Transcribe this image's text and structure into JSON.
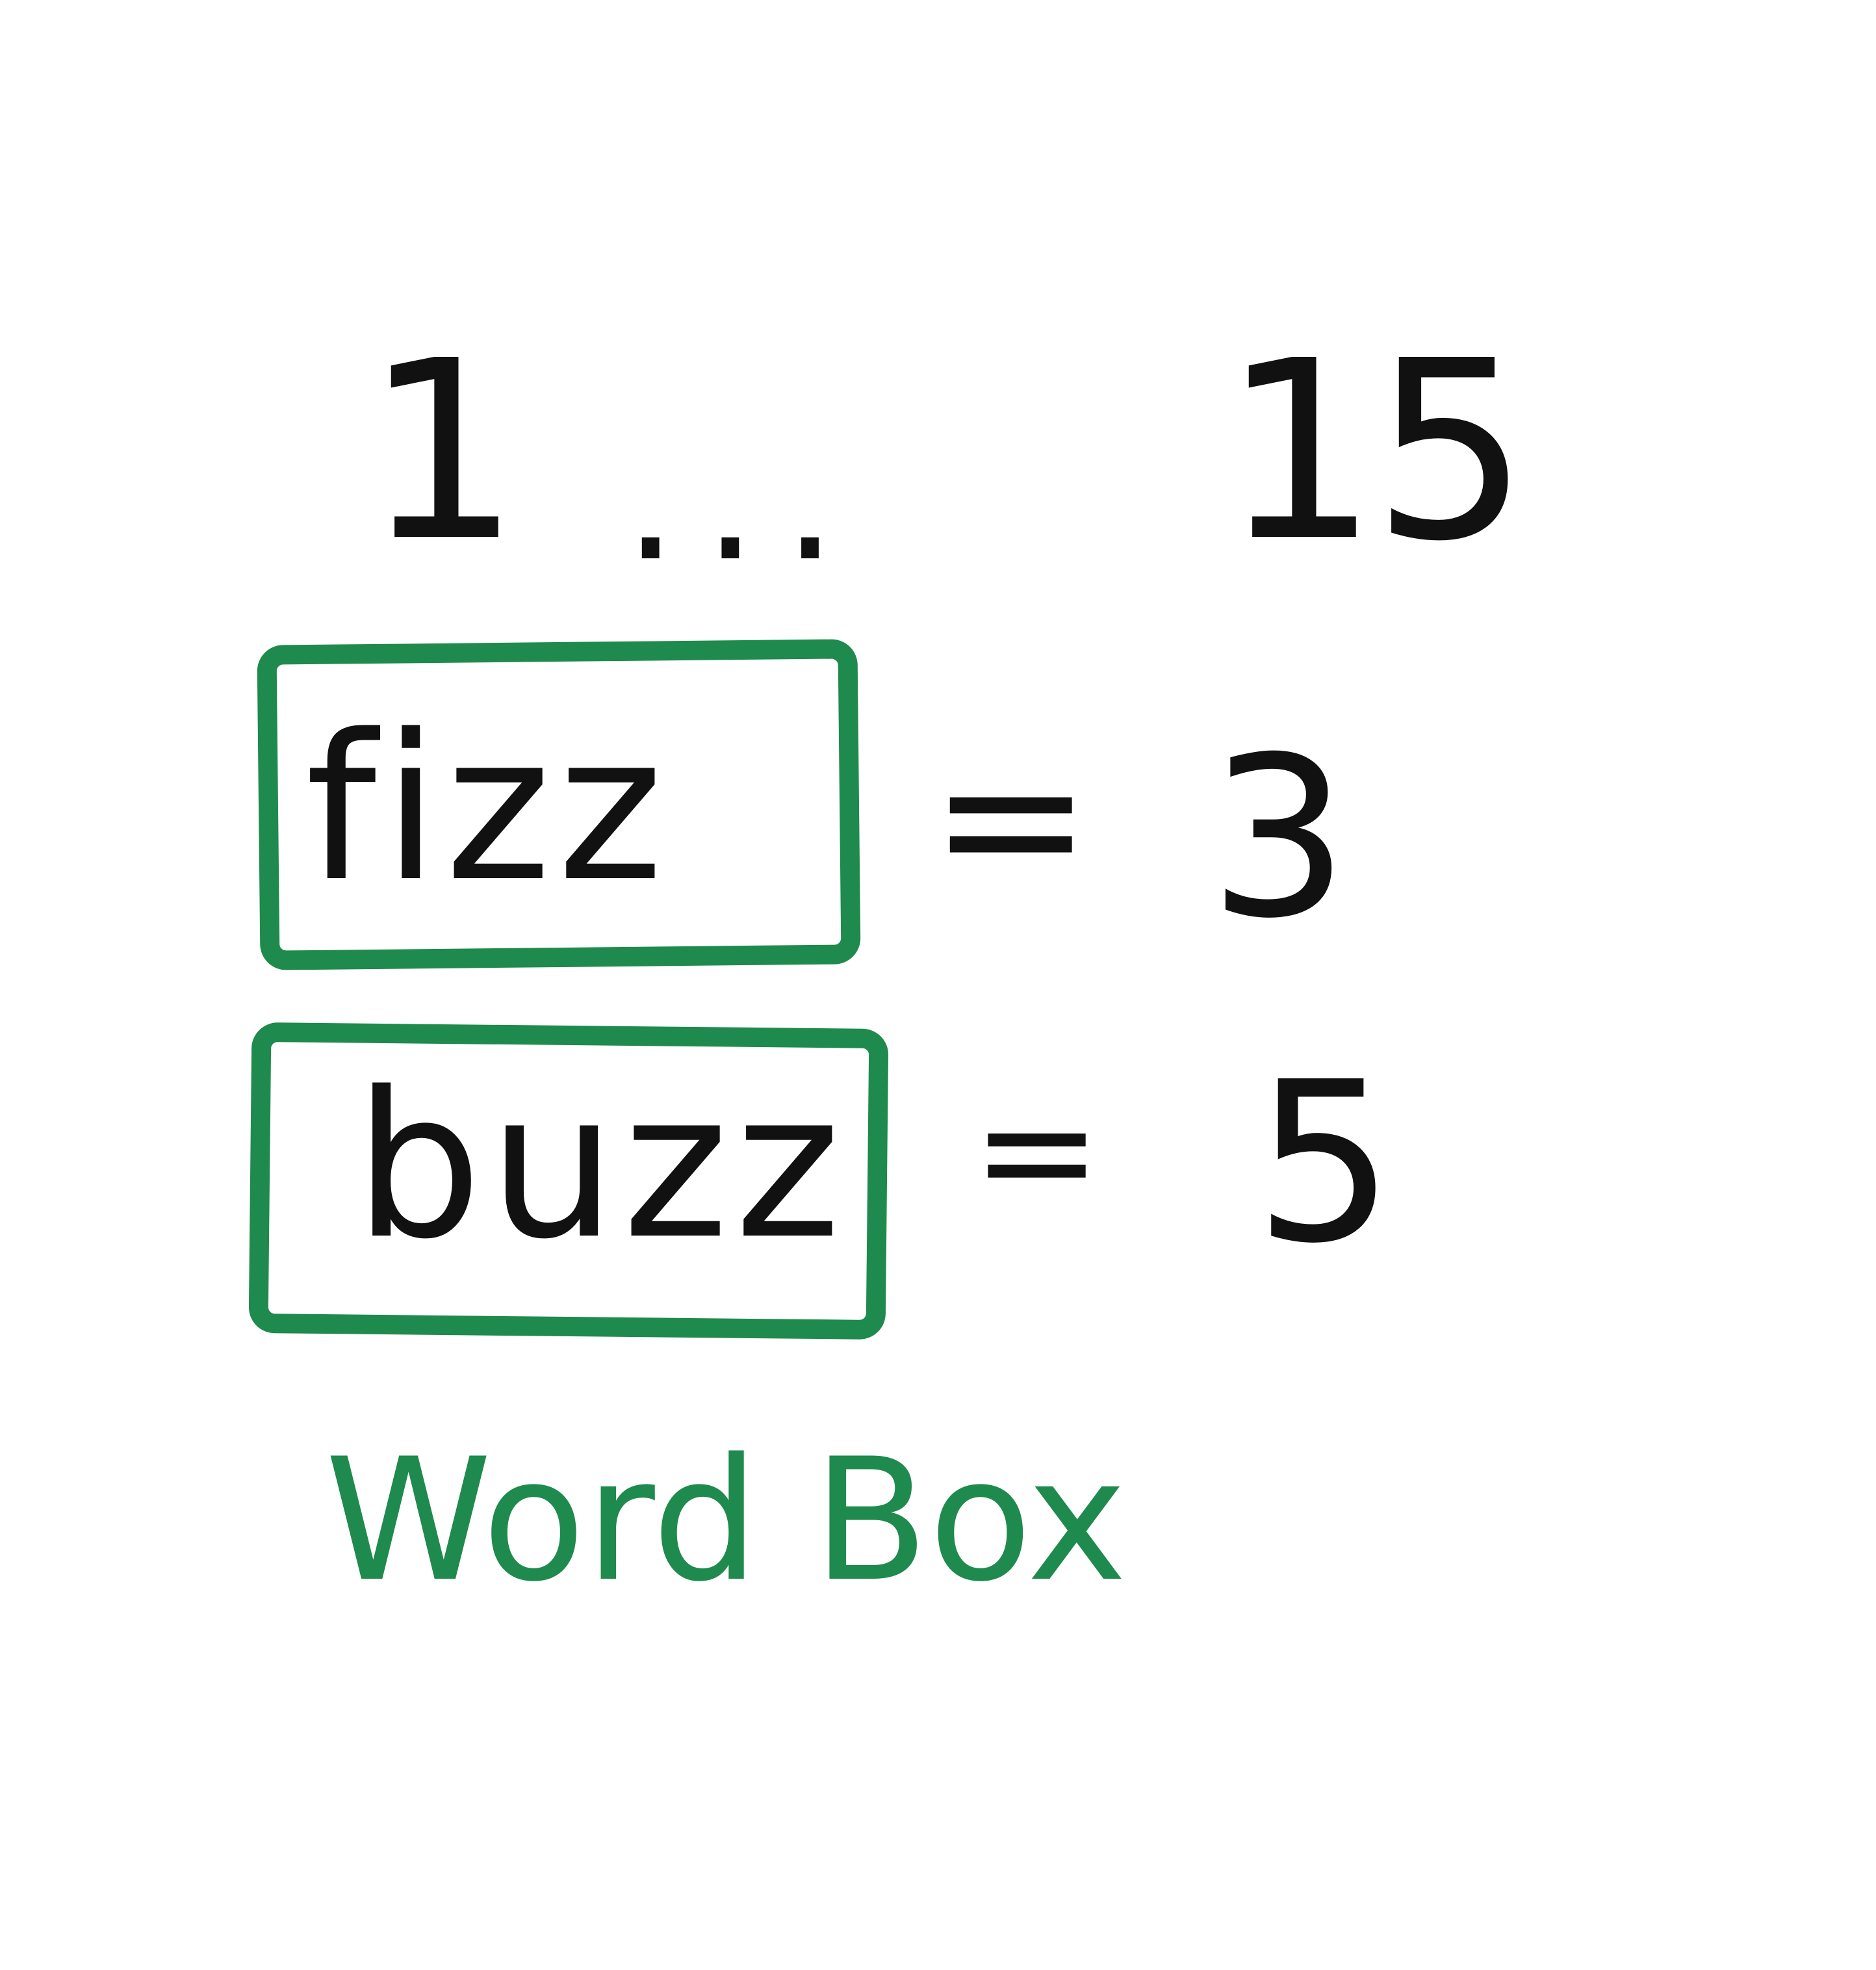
{
  "range": {
    "start": "1",
    "ellipsis": "...",
    "end": "15"
  },
  "rules": [
    {
      "word": "fizz",
      "equals": "=",
      "divisor": "3"
    },
    {
      "word": "buzz",
      "equals": "=",
      "divisor": "5"
    }
  ],
  "caption": "Word Box",
  "colors": {
    "ink": "#111111",
    "box": "#1e8a4e",
    "paper": "#ffffff"
  }
}
